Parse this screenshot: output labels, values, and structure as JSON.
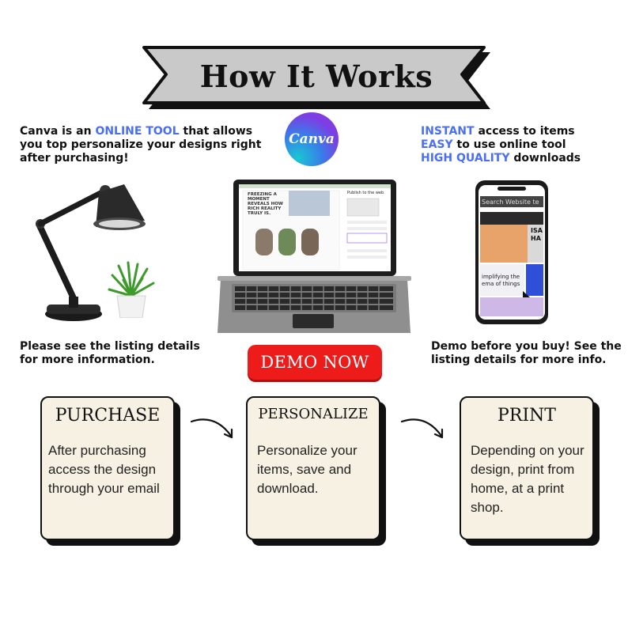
{
  "title": "How It Works",
  "canva_logo_text": "Canva",
  "intro": {
    "line1_a": "Canva is an ",
    "line1_hl": "ONLINE TOOL",
    "line1_b": " that allows",
    "line2": "you top personalize your designs right",
    "line3": "after purchasing!"
  },
  "features": [
    {
      "hl": "INSTANT",
      "rest": " access to items"
    },
    {
      "hl": "EASY",
      "rest": " to use online tool"
    },
    {
      "hl": "HIGH QUALITY",
      "rest": " downloads"
    }
  ],
  "left_note": {
    "line1": "Please see the listing details",
    "line2": "for more information."
  },
  "right_note": {
    "line1": "Demo before you buy! See the",
    "line2": "listing details for more info."
  },
  "demo_button": "DEMO NOW",
  "steps": [
    {
      "title": "PURCHASE",
      "lines": [
        "After purchasing",
        "access the design",
        "through your email"
      ]
    },
    {
      "title": "PERSONALIZE",
      "lines": [
        "Personalize your",
        "items, save and",
        "download."
      ]
    },
    {
      "title": "PRINT",
      "lines": [
        "Depending on your",
        "design, print from",
        "home, at a print",
        "shop."
      ]
    }
  ],
  "laptop_screen": {
    "headline_lines": [
      "FREEZING A",
      "MOMENT",
      "REVEALS HOW",
      "RICH REALITY",
      "TRULY IS."
    ],
    "panel_title": "Publish to the web"
  },
  "phone_screen": {
    "search_placeholder": "Search Website te",
    "banner_line1": "implifying the",
    "banner_line2": "ema of things",
    "side_text_1": "ISA",
    "side_text_2": "HA"
  },
  "colors": {
    "highlight": "#4a6ef5",
    "demo_button": "#ee1b1b",
    "card_bg": "#f6f1e2",
    "ribbon": "#c9c9c9"
  }
}
